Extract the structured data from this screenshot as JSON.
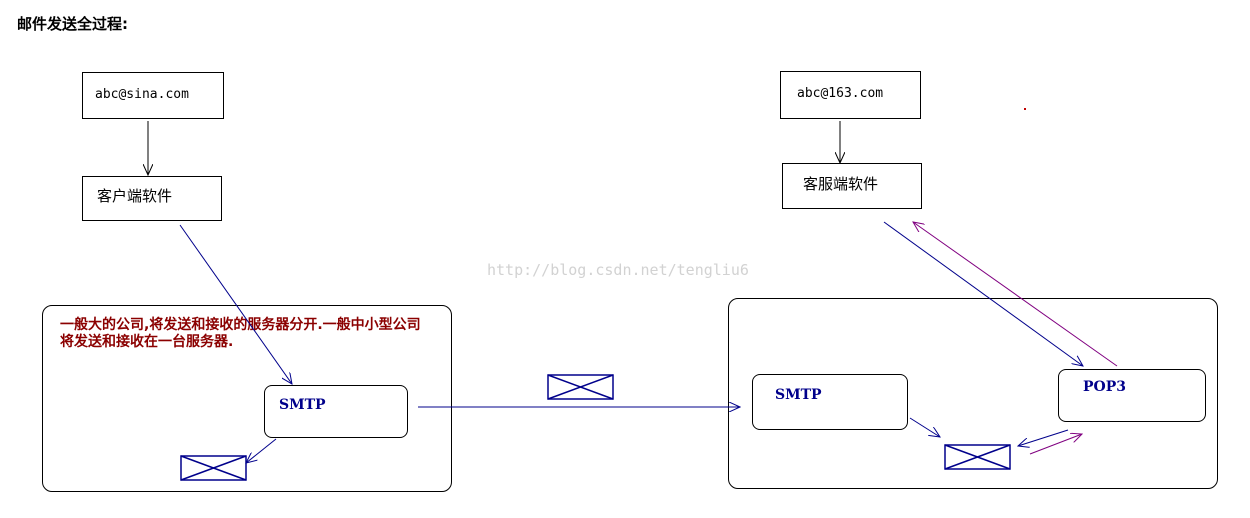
{
  "title": "邮件发送全过程:",
  "sender": {
    "address": "abc@sina.com",
    "client": "客户端软件",
    "note": "一般大的公司,将发送和接收的服务器分开.一般中小型公司将发送和接收在一台服务器.",
    "smtp": "SMTP"
  },
  "receiver": {
    "address": "abc@163.com",
    "client": "客服端软件",
    "smtp": "SMTP",
    "pop3": "POP3"
  },
  "watermark": "http://blog.csdn.net/tengliu6",
  "colors": {
    "arrow_blue": "#00008b",
    "arrow_purple": "#800080",
    "note_red": "#8b0000",
    "envelope": "#00008b"
  }
}
